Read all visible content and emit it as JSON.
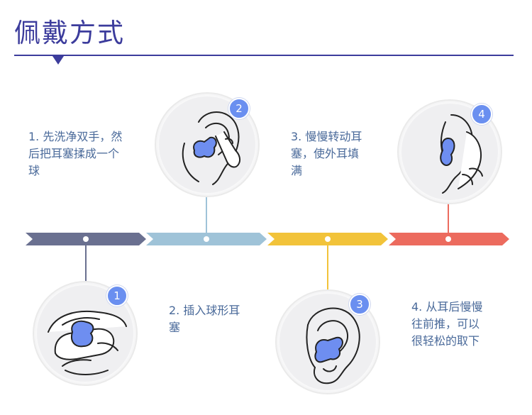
{
  "title": "佩戴方式",
  "colors": {
    "accent": "#3c3c9c",
    "step1": "#6a7090",
    "step2": "#9fc3d8",
    "step3": "#f2c33a",
    "step4": "#ec6b5e",
    "earplug": "#6e8ef0",
    "badge": "#6a8ff0",
    "text": "#4a6a9a"
  },
  "steps": [
    {
      "number": "1",
      "text": "1. 先洗净双手，然\n后把耳塞揉成一个\n球",
      "icon": "hand-rolling-earplug-icon"
    },
    {
      "number": "2",
      "text": "2. 插入球形耳\n塞",
      "icon": "ear-inserting-earplug-icon"
    },
    {
      "number": "3",
      "text": "3. 慢慢转动耳\n塞，使外耳填\n满",
      "icon": "ear-with-earplug-icon"
    },
    {
      "number": "4",
      "text": "4. 从耳后慢慢\n往前推，可以\n很轻松的取下",
      "icon": "ear-removing-earplug-icon"
    }
  ]
}
